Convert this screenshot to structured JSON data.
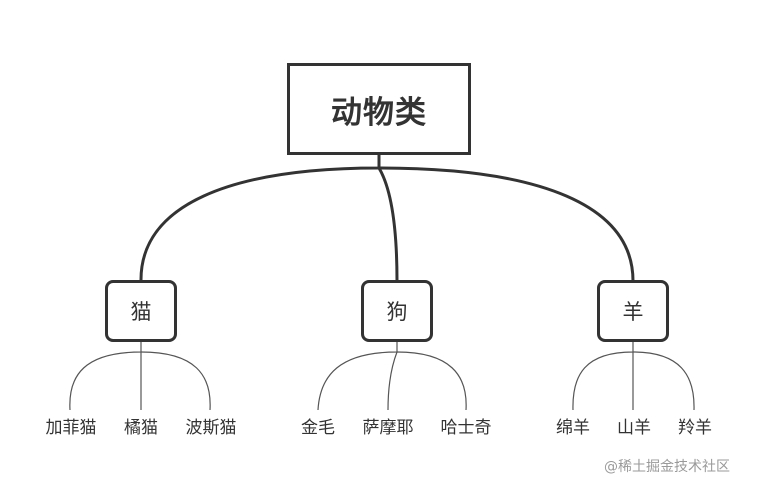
{
  "root": {
    "label": "动物类"
  },
  "categories": [
    {
      "label": "猫",
      "children": [
        "加菲猫",
        "橘猫",
        "波斯猫"
      ]
    },
    {
      "label": "狗",
      "children": [
        "金毛",
        "萨摩耶",
        "哈士奇"
      ]
    },
    {
      "label": "羊",
      "children": [
        "绵羊",
        "山羊",
        "羚羊"
      ]
    }
  ],
  "watermark": "@稀土掘金技术社区",
  "colors": {
    "line": "#333333",
    "thin_line": "#555555",
    "text": "#333333",
    "watermark": "#9a9a9a"
  }
}
